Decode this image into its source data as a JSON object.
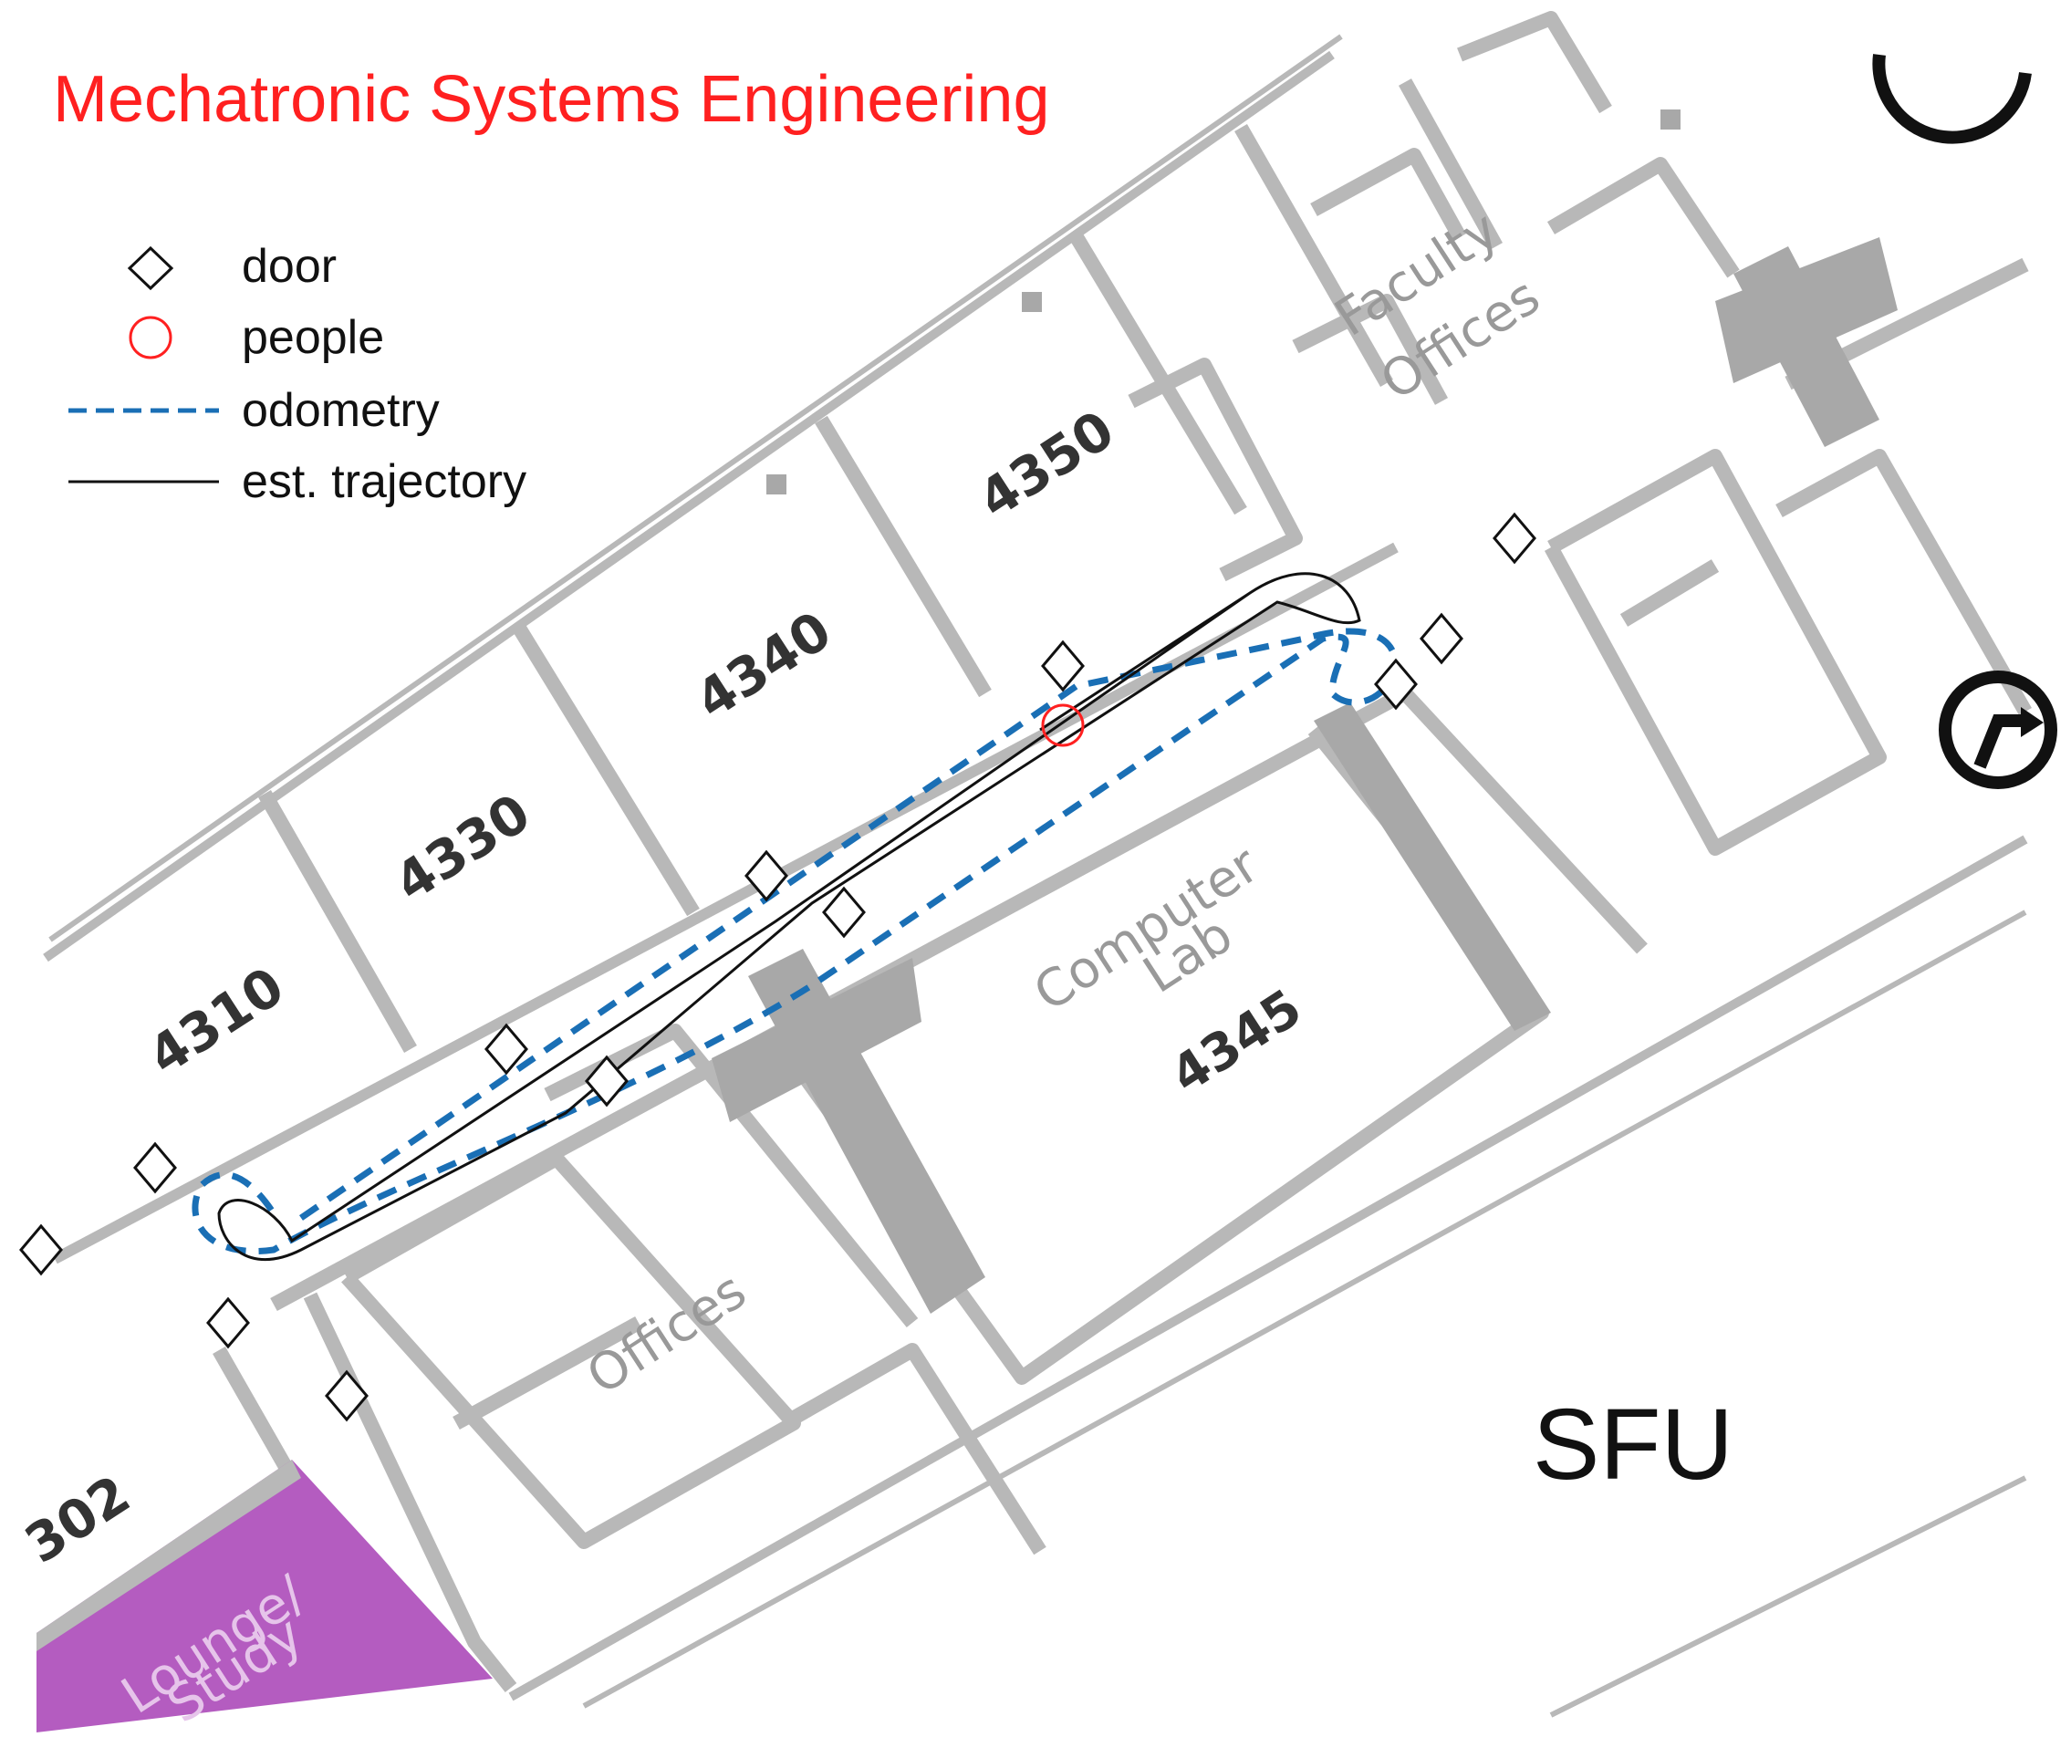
{
  "title": "Mechatronic Systems Engineering",
  "legend": {
    "items": [
      {
        "label": "door",
        "symbol": "diamond-icon",
        "color": "#111111"
      },
      {
        "label": "people",
        "symbol": "circle-icon",
        "color": "#ff2020"
      },
      {
        "label": "odometry",
        "symbol": "dashed-line",
        "color": "#1a6fb5"
      },
      {
        "label": "est. trajectory",
        "symbol": "solid-line",
        "color": "#111111"
      }
    ]
  },
  "rooms": [
    {
      "id": "4310",
      "label": "4310"
    },
    {
      "id": "4330",
      "label": "4330"
    },
    {
      "id": "4340",
      "label": "4340"
    },
    {
      "id": "4350",
      "label": "4350"
    },
    {
      "id": "4302",
      "label": "302"
    }
  ],
  "areas": {
    "faculty_offices": [
      "Faculty",
      "Offices"
    ],
    "computer_lab": [
      "Computer",
      "Lab",
      "4345"
    ],
    "offices": "Offices",
    "lounge": [
      "Lounge/",
      "Study"
    ]
  },
  "site": "SFU",
  "colors": {
    "wall": "#b8b8b8",
    "lounge": "#b45cc0",
    "odometry": "#1a6fb5",
    "trajectory": "#111111",
    "people": "#ff2020"
  }
}
